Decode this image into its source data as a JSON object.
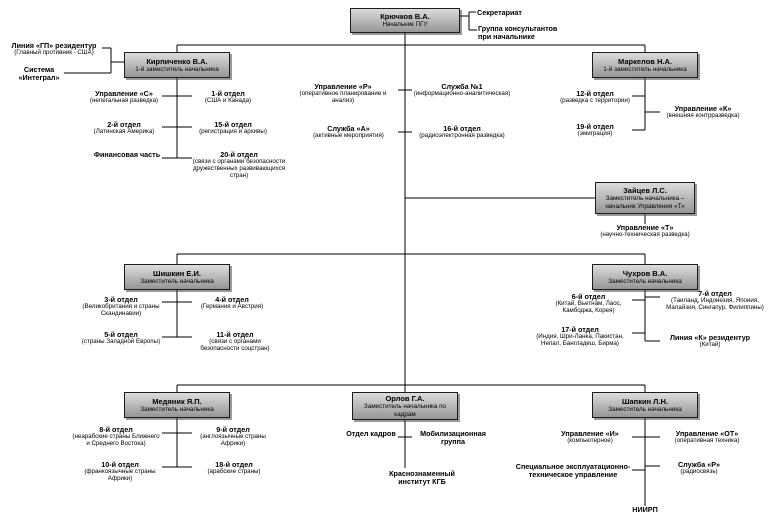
{
  "colors": {
    "box_fill": "#b5b5b5",
    "line": "#000000"
  },
  "boxes": {
    "kryuchkov": {
      "name": "Крючков В.А.",
      "title": "Начальник ПГУ"
    },
    "kirpichenko": {
      "name": "Кирпиченко В.А.",
      "title": "1-й заместитель начальника"
    },
    "markelov": {
      "name": "Маркелов Н.А.",
      "title": "1-й заместитель начальника"
    },
    "zaytsev": {
      "name": "Зайцев Л.С.",
      "title": "Заместитель начальника –",
      "title2": "начальник Управления «Т»"
    },
    "shishkin": {
      "name": "Шишкин Е.И.",
      "title": "Заместитель начальника"
    },
    "chukhrov": {
      "name": "Чухров В.А.",
      "title": "Заместитель начальника"
    },
    "medyanik": {
      "name": "Медяник Я.П.",
      "title": "Заместитель начальника"
    },
    "orlov": {
      "name": "Орлов Г.А.",
      "title": "Заместитель начальника по кадрам"
    },
    "shapkin": {
      "name": "Шапкин Л.Н.",
      "title": "Заместитель начальника"
    }
  },
  "units": {
    "secretariat": {
      "name": "Секретариат"
    },
    "consultants": {
      "name": "Группа консультантов при начальнике"
    },
    "line_gp": {
      "name": "Линия «ГП» резидентур",
      "detail": "(Главный противник - США)"
    },
    "integral": {
      "name": "Система «Интеграл»"
    },
    "upr_r": {
      "name": "Управление «Р»",
      "detail": "(оперативное планирование и анализ)"
    },
    "sluzhba_1": {
      "name": "Служба №1",
      "detail": "(информационно-аналитическая)"
    },
    "sluzhba_a": {
      "name": "Служба «А»",
      "detail": "(активные мероприятия)"
    },
    "otd_16": {
      "name": "16-й отдел",
      "detail": "(радиоэлектронная разведка)"
    },
    "upr_s": {
      "name": "Управление «С»",
      "detail": "(нелегальная разведка)"
    },
    "otd_1": {
      "name": "1-й отдел",
      "detail": "(США и Канада)"
    },
    "otd_2": {
      "name": "2-й отдел",
      "detail": "(Латинская Америка)"
    },
    "otd_15": {
      "name": "15-й отдел",
      "detail": "(регистрация и архивы)"
    },
    "fin": {
      "name": "Финансовая часть"
    },
    "otd_20": {
      "name": "20-й отдел",
      "detail": "(связи с органами безопасности дружественных развивающихся стран)"
    },
    "otd_12": {
      "name": "12-й отдел",
      "detail": "(разведка с территории)"
    },
    "upr_k": {
      "name": "Управление «К»",
      "detail": "(внешняя контрразведка)"
    },
    "otd_19": {
      "name": "19-й отдел",
      "detail": "(эмиграция)"
    },
    "upr_t": {
      "name": "Управление «Т»",
      "detail": "(научно-техническая разведка)"
    },
    "otd_3": {
      "name": "3-й отдел",
      "detail": "(Великобритания и страны Скандинавии)"
    },
    "otd_4": {
      "name": "4-й отдел",
      "detail": "(Германия и Австрия)"
    },
    "otd_5": {
      "name": "5-й отдел",
      "detail": "(страны Западной Европы)"
    },
    "otd_11": {
      "name": "11-й отдел",
      "detail": "(связи с органами безопасности соцстран)"
    },
    "otd_6": {
      "name": "6-й отдел",
      "detail": "(Китай, Вьетнам, Лаос, Камбоджа, Корея)"
    },
    "otd_7": {
      "name": "7-й отдел",
      "detail": "(Таиланд, Индонезия, Япония, Малайзия, Сингапур, Филиппины)"
    },
    "otd_17": {
      "name": "17-й отдел",
      "detail": "(Индия, Шри-Ланка, Пакистан, Непал, Бангладеш, Бирма)"
    },
    "line_k": {
      "name": "Линия «К» резидентур",
      "detail": "(Китай)"
    },
    "otd_8": {
      "name": "8-й отдел",
      "detail": "(неарабские страны Ближнего и Среднего Востока)"
    },
    "otd_9": {
      "name": "9-й отдел",
      "detail": "(англоязычные страны Африки)"
    },
    "otd_10": {
      "name": "10-й отдел",
      "detail": "(франкоязычные страны Африки)"
    },
    "otd_18": {
      "name": "18-й отдел",
      "detail": "(арабские страны)"
    },
    "kadry": {
      "name": "Отдел кадров"
    },
    "mob": {
      "name": "Мобилизационная группа"
    },
    "institut": {
      "name": "Краснознаменный институт КГБ"
    },
    "upr_i": {
      "name": "Управление «И»",
      "detail": "(компьютерное)"
    },
    "upr_ot": {
      "name": "Управление «ОТ»",
      "detail": "(оперативная техника)"
    },
    "spec": {
      "name": "Специальное эксплуатационно-техническое управление"
    },
    "sluzhba_r": {
      "name": "Служба «Р»",
      "detail": "(радиосвязь)"
    },
    "niirp": {
      "name": "НИИРП"
    }
  }
}
